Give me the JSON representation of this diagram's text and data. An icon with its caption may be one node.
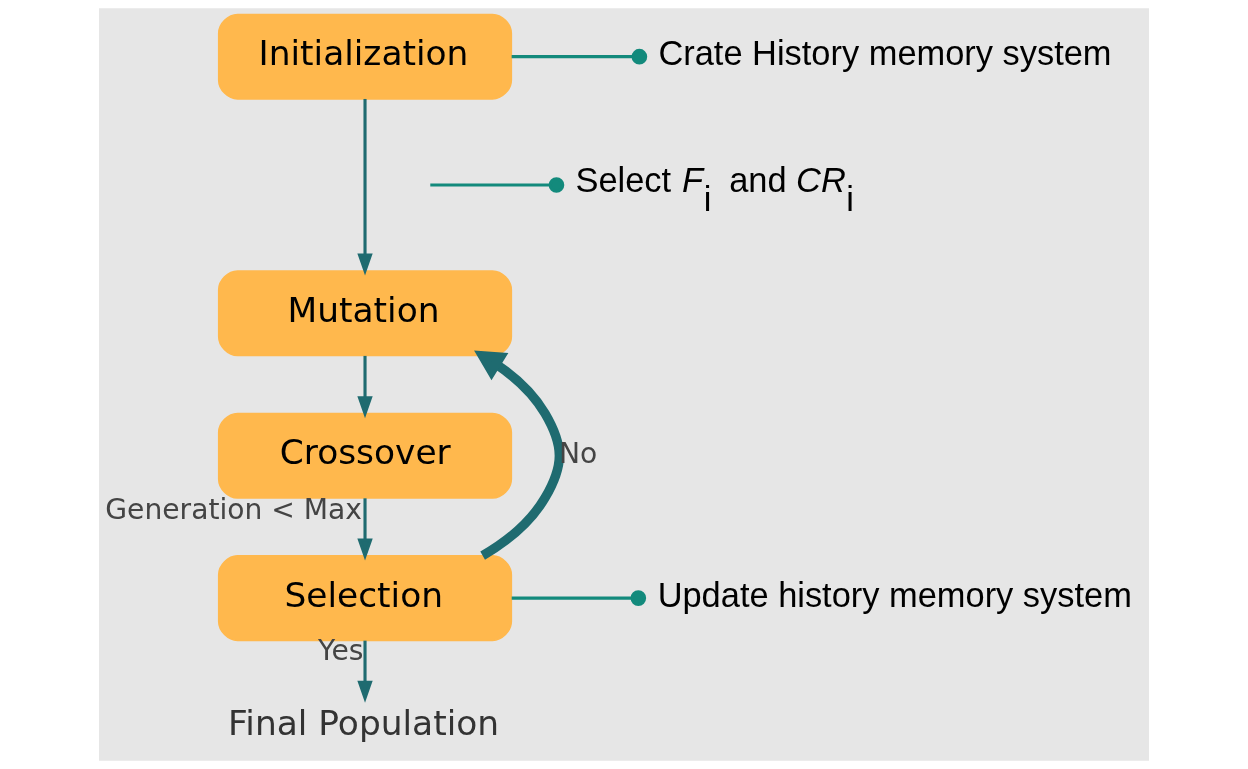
{
  "diagram": {
    "nodes": [
      {
        "text": [
          "Initialization"
        ]
      },
      {
        "text": [
          "Mutation"
        ]
      },
      {
        "text": [
          "Crossover"
        ]
      },
      {
        "text": [
          "Selection"
        ]
      },
      {
        "text": [
          "Final Population"
        ]
      },
      {
        "text": [
          "Crate History memory system"
        ]
      },
      {
        "text": [
          "Select *F*$_{i}$ and *CR*$_{i}$"
        ]
      },
      {
        "text": [
          "Update history memory system"
        ]
      }
    ],
    "edges": [
      {
        "from": 0,
        "to": 1,
        "arrow": "to"
      },
      {
        "from": 1,
        "to": 2,
        "arrow": "to"
      },
      {
        "from": 2,
        "to": 3,
        "arrow": "to",
        "label": "Generation < Max"
      },
      {
        "from": 3,
        "to": 1,
        "arrow": "to",
        "label": "No",
        "style": "thick"
      },
      {
        "from": 3,
        "to": 4,
        "arrow": "to",
        "label": "Yes"
      },
      {
        "from": 0,
        "to": 5,
        "arrow": "other",
        "color": "#138a7c"
      },
      {
        "from": null,
        "to": 6,
        "arrow": "other",
        "color": "#138a7c"
      },
      {
        "from": 3,
        "to": 7,
        "arrow": "other",
        "color": "#138a7c"
      }
    ]
  }
}
